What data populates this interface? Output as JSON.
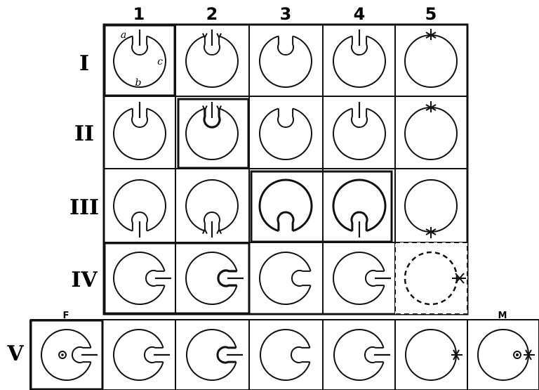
{
  "column_labels": [
    "1",
    "2",
    "3",
    "4",
    "5"
  ],
  "row_labels": [
    "I",
    "II",
    "III",
    "IV",
    "V"
  ],
  "corner_labels": {
    "left": "F",
    "right": "M"
  },
  "point_labels": [
    "a",
    "b",
    "c"
  ],
  "ink_color": "#111111",
  "paper_color": "#ffffff"
}
